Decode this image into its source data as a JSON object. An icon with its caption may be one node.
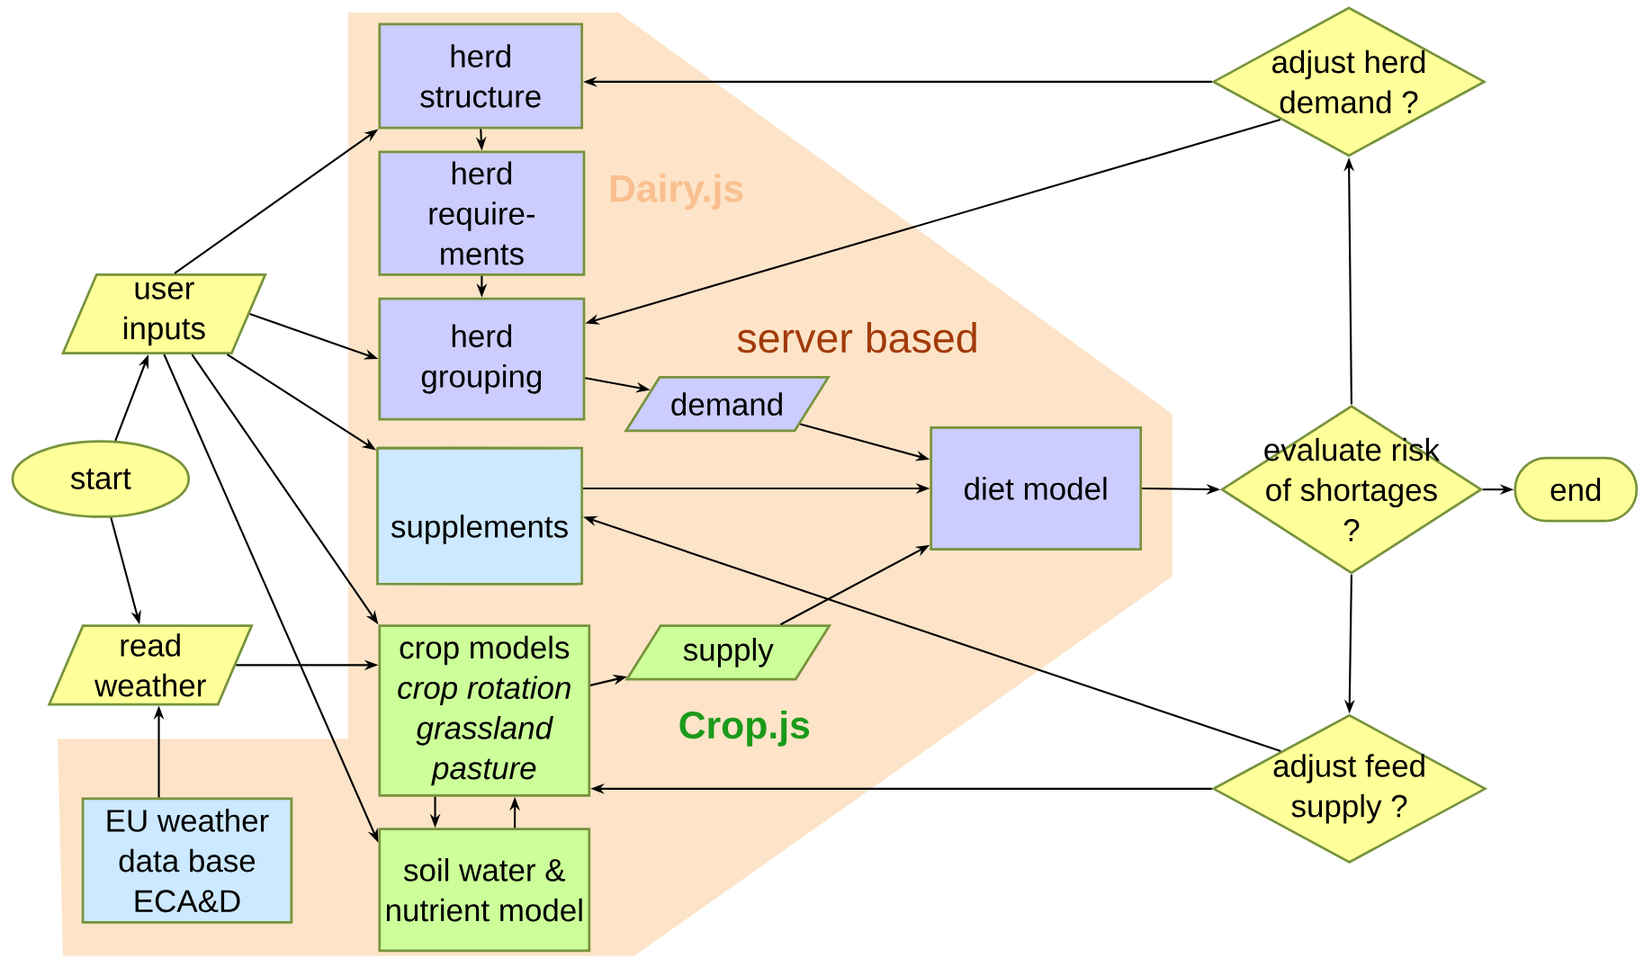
{
  "diagram": {
    "nodes": [
      {
        "text": [
          "herd structure"
        ]
      },
      {
        "text": [
          "herd require- ments"
        ]
      },
      {
        "text": [
          "herd grouping"
        ]
      },
      {
        "text": [
          "demand"
        ]
      },
      {
        "text": [
          "supplements"
        ]
      },
      {
        "text": [
          "diet model"
        ]
      },
      {
        "text": [
          "user inputs"
        ]
      },
      {
        "text": [
          "start"
        ]
      },
      {
        "text": [
          "read weather"
        ]
      },
      {
        "text": [
          "EU weather data base ECA&D"
        ]
      },
      {
        "text": [
          "crop models",
          "crop rotation",
          "grassland",
          "pasture"
        ]
      },
      {
        "text": [
          "soil water & nutrient model"
        ]
      },
      {
        "text": [
          "supply"
        ]
      },
      {
        "text": [
          "adjust herd demand ?"
        ]
      },
      {
        "text": [
          "evaluate risk of shortages ?"
        ]
      },
      {
        "text": [
          "adjust feed supply ?"
        ]
      },
      {
        "text": [
          "end"
        ]
      }
    ],
    "edges": [
      {
        "from": 7,
        "to": 6,
        "arrow": "to"
      },
      {
        "from": 7,
        "to": 8,
        "arrow": "to"
      },
      {
        "from": 9,
        "to": 8,
        "arrow": "to"
      },
      {
        "from": 6,
        "to": 0,
        "arrow": "to"
      },
      {
        "from": 6,
        "to": 2,
        "arrow": "to"
      },
      {
        "from": 6,
        "to": 4,
        "arrow": "to"
      },
      {
        "from": 6,
        "to": 10,
        "arrow": "to"
      },
      {
        "from": 6,
        "to": 11,
        "arrow": "to"
      },
      {
        "from": 8,
        "to": 10,
        "arrow": "to"
      },
      {
        "from": 0,
        "to": 1,
        "arrow": "to"
      },
      {
        "from": 1,
        "to": 2,
        "arrow": "to"
      },
      {
        "from": 2,
        "to": 3,
        "arrow": "to"
      },
      {
        "from": 3,
        "to": 5,
        "arrow": "to"
      },
      {
        "from": 4,
        "to": 5,
        "arrow": "to"
      },
      {
        "from": 12,
        "to": 5,
        "arrow": "to"
      },
      {
        "from": 10,
        "to": 12,
        "arrow": "to"
      },
      {
        "from": 10,
        "to": 11,
        "arrow": "to"
      },
      {
        "from": 11,
        "to": 10,
        "arrow": "to"
      },
      {
        "from": 5,
        "to": 14,
        "arrow": "to"
      },
      {
        "from": 14,
        "to": 13,
        "arrow": "to"
      },
      {
        "from": 14,
        "to": 16,
        "arrow": "to"
      },
      {
        "from": 14,
        "to": 15,
        "arrow": "to"
      },
      {
        "from": 13,
        "to": 0,
        "arrow": "to"
      },
      {
        "from": 13,
        "to": 2,
        "arrow": "to"
      },
      {
        "from": 15,
        "to": 10,
        "arrow": "to"
      },
      {
        "from": 15,
        "to": 4,
        "arrow": "to"
      }
    ],
    "labels": [
      "Dairy.js",
      "server based",
      "Crop.js"
    ]
  }
}
